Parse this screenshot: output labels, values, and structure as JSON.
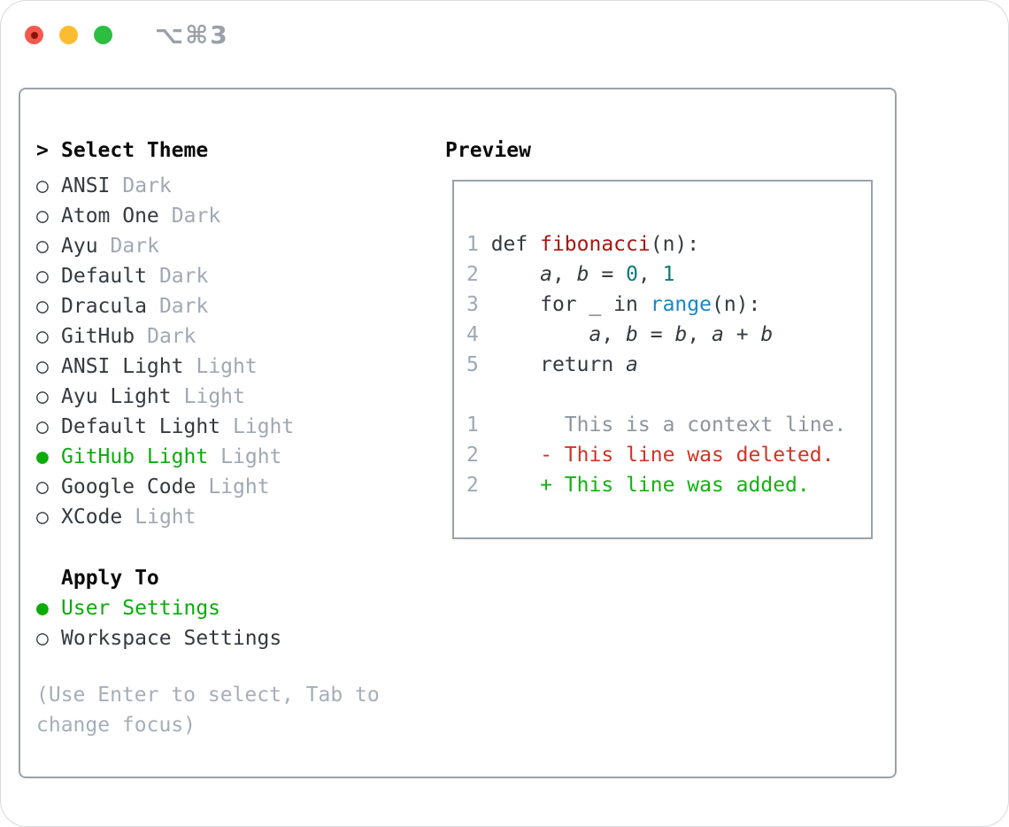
{
  "window": {
    "shortcut_label": "⌥⌘3",
    "traffic_lights": [
      "close",
      "minimize",
      "zoom"
    ]
  },
  "markers": {
    "prompt": ">",
    "selected": "●",
    "unselected": "○"
  },
  "theme_panel": {
    "header": "Select Theme",
    "themes": [
      {
        "label": "ANSI",
        "tag": "Dark",
        "selected": false
      },
      {
        "label": "Atom One",
        "tag": "Dark",
        "selected": false
      },
      {
        "label": "Ayu",
        "tag": "Dark",
        "selected": false
      },
      {
        "label": "Default",
        "tag": "Dark",
        "selected": false
      },
      {
        "label": "Dracula",
        "tag": "Dark",
        "selected": false
      },
      {
        "label": "GitHub",
        "tag": "Dark",
        "selected": false
      },
      {
        "label": "ANSI Light",
        "tag": "Light",
        "selected": false
      },
      {
        "label": "Ayu Light",
        "tag": "Light",
        "selected": false
      },
      {
        "label": "Default Light",
        "tag": "Light",
        "selected": false
      },
      {
        "label": "GitHub Light",
        "tag": "Light",
        "selected": true
      },
      {
        "label": "Google Code",
        "tag": "Light",
        "selected": false
      },
      {
        "label": "XCode",
        "tag": "Light",
        "selected": false
      }
    ],
    "apply_to": {
      "header": "Apply To",
      "options": [
        {
          "label": "User Settings",
          "selected": true
        },
        {
          "label": "Workspace Settings",
          "selected": false
        }
      ]
    },
    "help": "(Use Enter to select, Tab to change focus)"
  },
  "preview": {
    "header": "Preview",
    "code_lines": [
      {
        "no": "1 ",
        "segments": [
          [
            "pl",
            "def "
          ],
          [
            "fn",
            "fibonacci"
          ],
          [
            "pl",
            "(n):"
          ]
        ]
      },
      {
        "no": "2 ",
        "segments": [
          [
            "pl",
            "    "
          ],
          [
            "va",
            "a"
          ],
          [
            "pl",
            ", "
          ],
          [
            "va",
            "b"
          ],
          [
            "pl",
            " = "
          ],
          [
            "nu",
            "0"
          ],
          [
            "pl",
            ", "
          ],
          [
            "nu",
            "1"
          ]
        ]
      },
      {
        "no": "3 ",
        "segments": [
          [
            "pl",
            "    for _ in "
          ],
          [
            "bi",
            "range"
          ],
          [
            "pl",
            "(n):"
          ]
        ]
      },
      {
        "no": "4 ",
        "segments": [
          [
            "pl",
            "        "
          ],
          [
            "va",
            "a"
          ],
          [
            "pl",
            ", "
          ],
          [
            "va",
            "b"
          ],
          [
            "pl",
            " = "
          ],
          [
            "va",
            "b"
          ],
          [
            "pl",
            ", "
          ],
          [
            "va",
            "a"
          ],
          [
            "pl",
            " + "
          ],
          [
            "va",
            "b"
          ]
        ]
      },
      {
        "no": "5 ",
        "segments": [
          [
            "pl",
            "    return "
          ],
          [
            "va",
            "a"
          ]
        ]
      },
      {
        "no": "",
        "segments": []
      },
      {
        "no": "1",
        "segments": [
          [
            "ctx",
            "       This is a context line."
          ]
        ]
      },
      {
        "no": "2",
        "segments": [
          [
            "del",
            "     - This line was deleted."
          ]
        ]
      },
      {
        "no": "2",
        "segments": [
          [
            "add",
            "     + This line was added."
          ]
        ]
      }
    ]
  },
  "colors": {
    "selection_green": "#0cab0c",
    "added_green": "#12b212",
    "deleted_red": "#cc3627",
    "function_red": "#aa1410",
    "builtin_blue": "#1986c8",
    "number_teal": "#0e7a75",
    "context_gray": "#8d959d",
    "line_number_gray": "#9fa9b4",
    "tag_gray": "#9fa8b4",
    "panel_border": "#99a2ad",
    "title_gray": "#9aa1a8"
  }
}
